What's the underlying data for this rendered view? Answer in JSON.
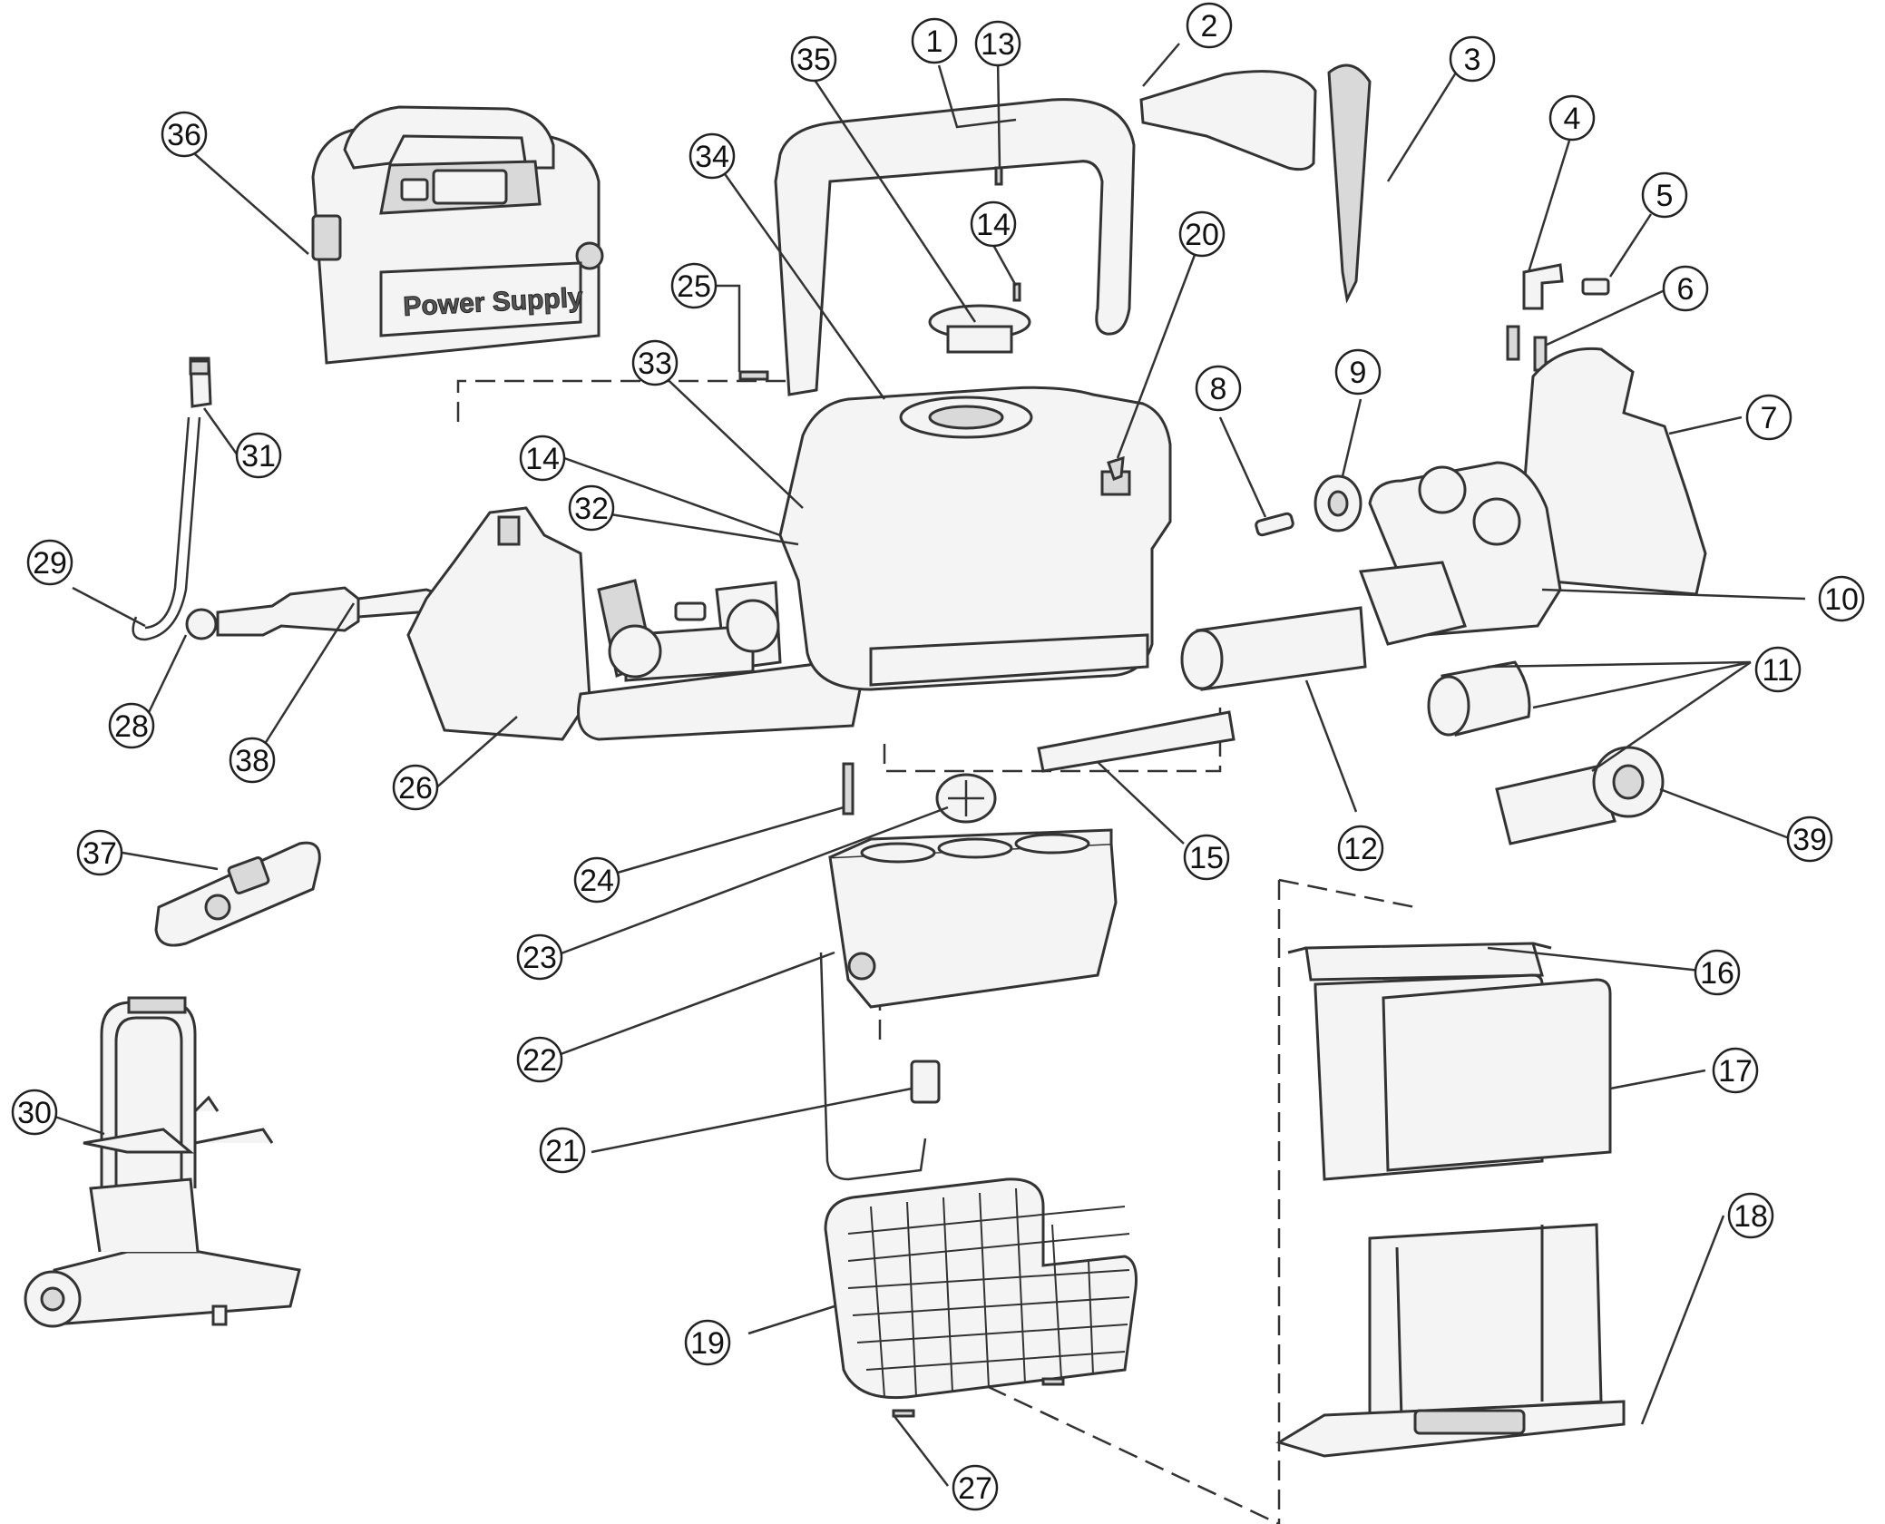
{
  "power_supply_label": "Power Supply",
  "callouts": [
    "1",
    "2",
    "3",
    "4",
    "5",
    "6",
    "7",
    "8",
    "9",
    "10",
    "11",
    "12",
    "13",
    "14",
    "14",
    "15",
    "16",
    "17",
    "18",
    "19",
    "20",
    "21",
    "22",
    "23",
    "24",
    "25",
    "26",
    "27",
    "28",
    "29",
    "30",
    "31",
    "32",
    "33",
    "34",
    "35",
    "36",
    "37",
    "38",
    "39"
  ]
}
